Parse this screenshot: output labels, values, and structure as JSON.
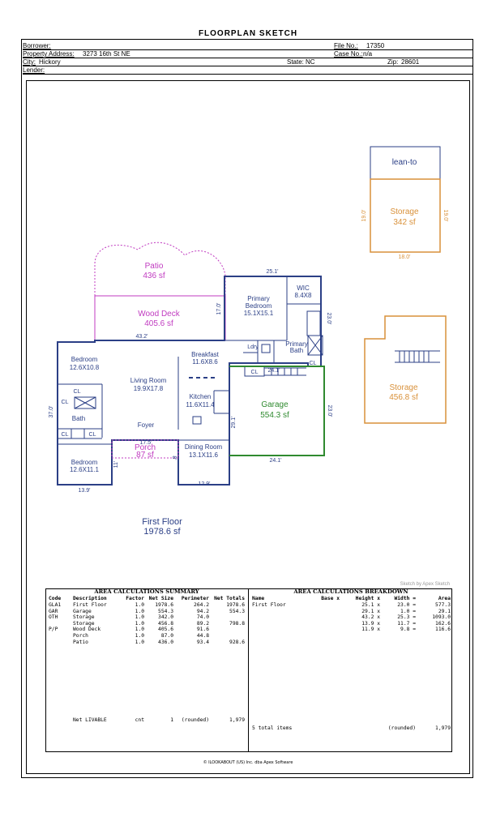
{
  "page_title": "FLOORPLAN SKETCH",
  "header": {
    "borrower_label": "Borrower:",
    "property_address_label": "Property Address:",
    "property_address": "3273 16th St NE",
    "city_label": "City:",
    "city": "Hickory",
    "lender_label": "Lender:",
    "file_no_label": "File No.:",
    "file_no": "17350",
    "case_no_label": "Case No.:",
    "case_no": "n/a",
    "state_label": "State:",
    "state": "NC",
    "zip_label": "Zip:",
    "zip": "28601"
  },
  "sketch": {
    "colors": {
      "blue": "#2b3f86",
      "magenta": "#c03bc0",
      "orange": "#d9913a",
      "green": "#2f8a2f"
    },
    "labels": {
      "patio": "Patio",
      "patio_area": "436 sf",
      "wood_deck": "Wood Deck",
      "wood_deck_area": "405.6 sf",
      "primary_bedroom": "Primary",
      "primary_bedroom_2": "Bedroom",
      "primary_bedroom_dim": "15.1X15.1",
      "wic": "WIC",
      "wic_dim": "8.4X8",
      "primary_bath": "Primary",
      "primary_bath_2": "Bath",
      "ldry": "Ldry",
      "breakfast": "Breakfast",
      "breakfast_dim": "11.6X8.6",
      "living_room": "Living Room",
      "living_room_dim": "19.9X17.8",
      "kitchen": "Kitchen",
      "kitchen_dim": "11.6X11.4",
      "bedroom1": "Bedroom",
      "bedroom1_dim": "12.6X10.8",
      "bath": "Bath",
      "foyer": "Foyer",
      "porch": "Porch",
      "porch_area": "87 sf",
      "bedroom2": "Bedroom",
      "bedroom2_dim": "12.6X11.1",
      "dining_room": "Dining Room",
      "dining_room_dim": "13.1X11.6",
      "garage": "Garage",
      "garage_area": "554.3 sf",
      "storage1": "Storage",
      "storage1_area": "342 sf",
      "lean_to": "lean-to",
      "storage2": "Storage",
      "storage2_area": "456.8 sf",
      "first_floor": "First Floor",
      "first_floor_area": "1978.6 sf",
      "cl": "CL"
    },
    "dimensions": {
      "d251": "25.1'",
      "d17": "17.0'",
      "d432": "43.2'",
      "d230a": "23.0'",
      "d241": "24.1'",
      "d370": "37.0'",
      "d291": "29.1'",
      "d230b": "23.0'",
      "d241b": "24.1'",
      "d139": "13.9'",
      "d129": "12.9'",
      "d11": "11'",
      "d8": "8'",
      "d175": "17.5'",
      "d190a": "19.0'",
      "d190b": "19.0'",
      "d180": "18.0'"
    },
    "watermark": "Sketch by Apex Sketch"
  },
  "area_summary": {
    "title": "AREA CALCULATIONS SUMMARY",
    "columns": [
      "Code",
      "Description",
      "Factor",
      "Net Size",
      "Perimeter",
      "Net Totals"
    ],
    "rows": [
      [
        "GLA1",
        "First Floor",
        "1.0",
        "1978.6",
        "264.2",
        "1978.6"
      ],
      [
        "GAR",
        "Garage",
        "1.0",
        "554.3",
        "94.2",
        "554.3"
      ],
      [
        "OTH",
        "Storage",
        "1.0",
        "342.0",
        "74.0",
        ""
      ],
      [
        "",
        "Storage",
        "1.0",
        "456.8",
        "89.2",
        "798.8"
      ],
      [
        "P/P",
        "Wood Deck",
        "1.0",
        "405.6",
        "91.6",
        ""
      ],
      [
        "",
        "Porch",
        "1.0",
        "87.0",
        "44.8",
        ""
      ],
      [
        "",
        "Patio",
        "1.0",
        "436.0",
        "93.4",
        "928.6"
      ]
    ],
    "footer": {
      "label": "Net LIVABLE",
      "unit": "cnt",
      "count": "1",
      "rounded": "(rounded)",
      "total": "1,979"
    }
  },
  "area_breakdown": {
    "title": "AREA CALCULATIONS BREAKDOWN",
    "columns": [
      "Name",
      "Base x",
      "Height x",
      "Width =",
      "Area"
    ],
    "rows": [
      [
        "First Floor",
        "",
        "25.1 x",
        "23.0 =",
        "577.3"
      ],
      [
        "",
        "",
        "29.1 x",
        "1.0 =",
        "29.1"
      ],
      [
        "",
        "",
        "43.2 x",
        "25.3 =",
        "1093.0"
      ],
      [
        "",
        "",
        "13.9 x",
        "11.7 =",
        "162.6"
      ],
      [
        "",
        "",
        "11.9 x",
        "9.8 =",
        "116.6"
      ]
    ],
    "footer": {
      "items": "5 total items",
      "rounded": "(rounded)",
      "total": "1,979"
    }
  },
  "copyright": "© ILOOKABOUT (US) Inc. dba Apex Software"
}
